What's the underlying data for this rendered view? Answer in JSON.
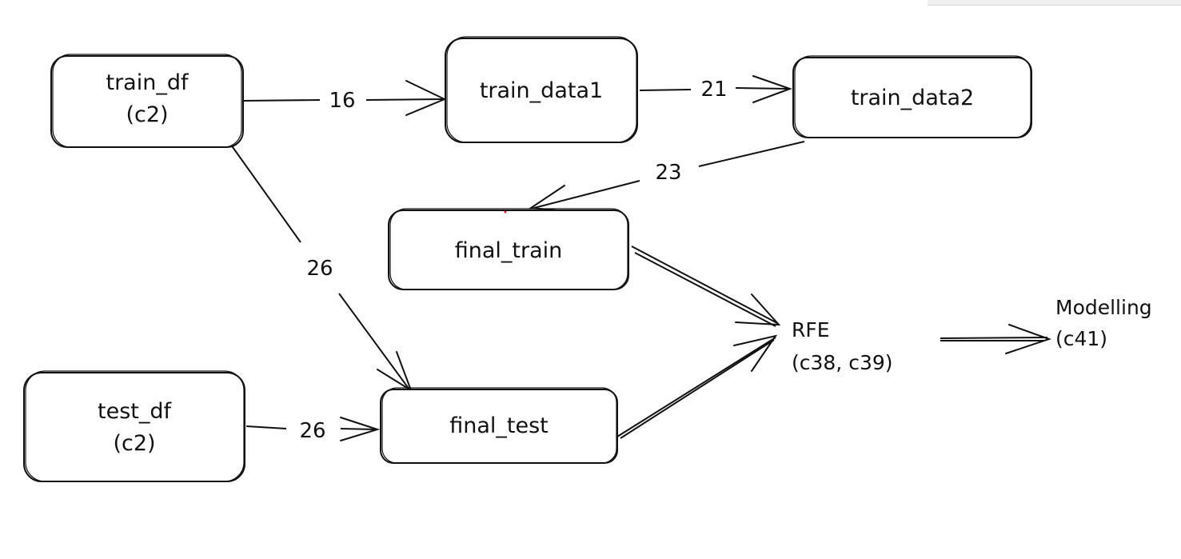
{
  "nodes": {
    "train_df": {
      "line1": "train_df",
      "line2": "(c2)"
    },
    "train_data1": {
      "line1": "train_data1"
    },
    "train_data2": {
      "line1": "train_data2"
    },
    "final_train": {
      "line1": "final_train"
    },
    "test_df": {
      "line1": "test_df",
      "line2": "(c2)"
    },
    "final_test": {
      "line1": "final_test"
    },
    "rfe": {
      "line1": "RFE",
      "line2": "(c38, c39)"
    },
    "modelling": {
      "line1": "Modelling",
      "line2": "(c41)"
    }
  },
  "edges": {
    "train_df_to_train_data1": "16",
    "train_data1_to_train_data2": "21",
    "train_data2_to_final_train": "23",
    "train_df_to_final_test": "26",
    "test_df_to_final_test": "26"
  }
}
